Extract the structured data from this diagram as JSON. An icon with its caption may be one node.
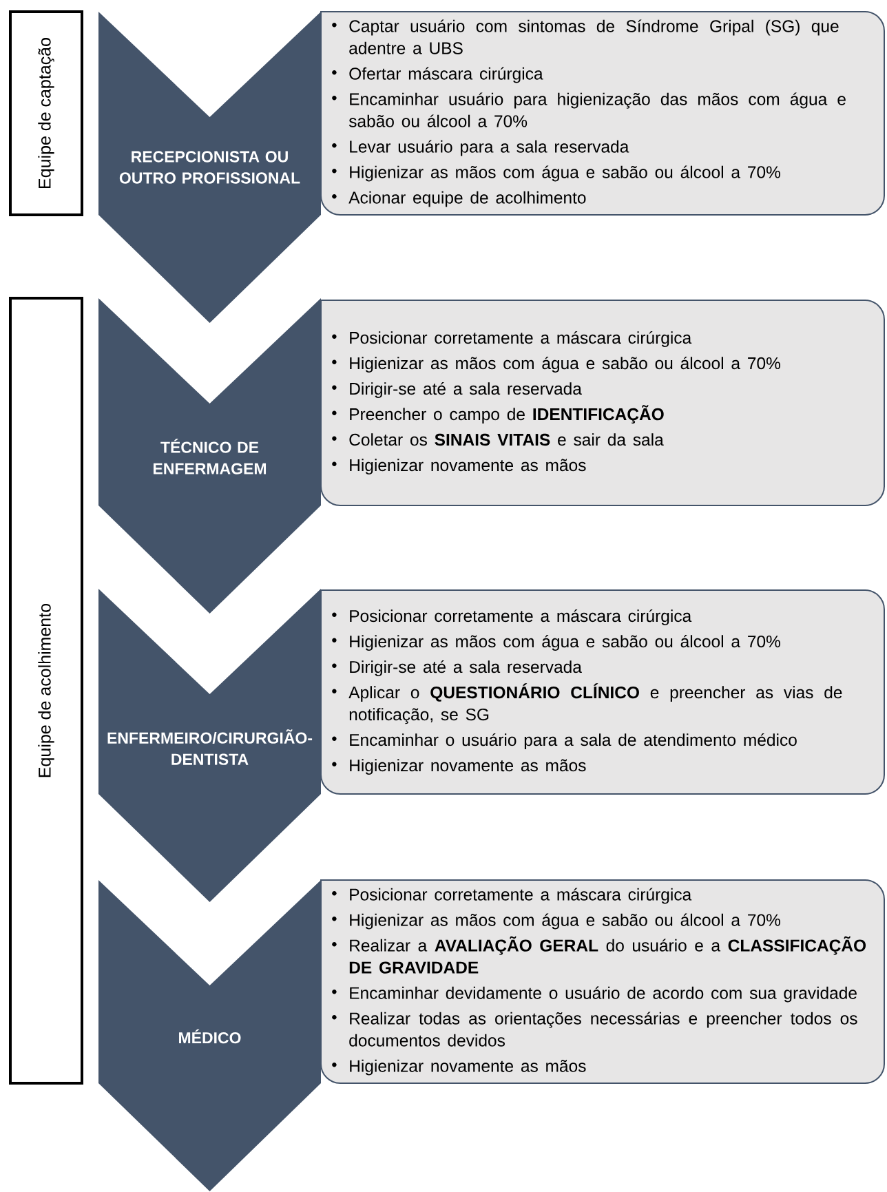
{
  "diagram": {
    "nodes": [
      {
        "text": [
          "Equipe de captação"
        ]
      },
      {
        "text": [
          "RECEPCIONISTA OU OUTRO PROFISSIONAL"
        ]
      },
      {
        "text": [
          "Captar usuário com sintomas de Síndrome Gripal (SG) que adentre a UBS",
          "Ofertar máscara cirúrgica",
          "Encaminhar usuário para higienização das mãos com água e sabão ou álcool a 70%",
          "Levar usuário para a sala reservada",
          "Higienizar as mãos com água e sabão ou álcool a 70%",
          "Acionar equipe de acolhimento"
        ]
      },
      {
        "text": [
          "Equipe de acolhimento"
        ]
      },
      {
        "text": [
          "TÉCNICO DE ENFERMAGEM"
        ]
      },
      {
        "text": [
          "Posicionar corretamente a máscara cirúrgica",
          "Higienizar as mãos com água e sabão ou álcool a 70%",
          "Dirigir-se até a sala reservada",
          "Preencher o campo de **IDENTIFICAÇÃO**",
          "Coletar os **SINAIS VITAIS** e sair da sala",
          "Higienizar novamente as mãos"
        ]
      },
      {
        "text": [
          "ENFERMEIRO/CIRURGIÃO-DENTISTA"
        ]
      },
      {
        "text": [
          "Posicionar corretamente a máscara cirúrgica",
          "Higienizar as mãos com água e sabão ou álcool a 70%",
          "Dirigir-se até a sala reservada",
          "Aplicar o **QUESTIONÁRIO CLÍNICO** e preencher as vias de notificação, se SG",
          "Encaminhar o usuário para a sala de atendimento médico",
          "Higienizar novamente as mãos"
        ]
      },
      {
        "text": [
          "MÉDICO"
        ]
      },
      {
        "text": [
          "Posicionar corretamente a máscara cirúrgica",
          "Higienizar as mãos com água e sabão ou álcool a 70%",
          "Realizar a **AVALIAÇÃO GERAL** do usuário e a **CLASSIFICAÇÃO DE GRAVIDADE**",
          "Encaminhar devidamente o usuário de acordo com sua gravidade",
          "Realizar todas as orientações necessárias e preencher todos os documentos devidos",
          "Higienizar novamente as mãos"
        ]
      }
    ]
  }
}
